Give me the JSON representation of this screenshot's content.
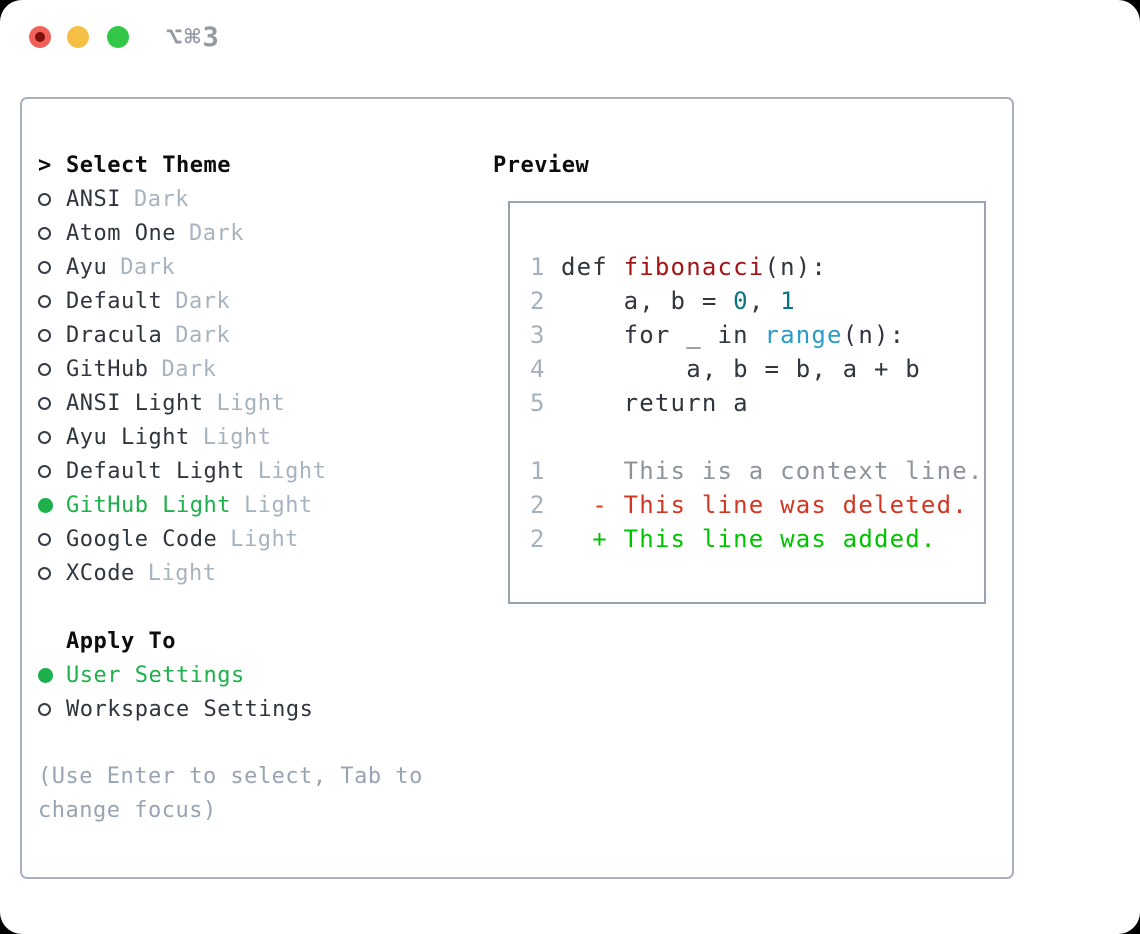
{
  "titlebar": {
    "shortcut": "⌥⌘3",
    "buttons": [
      "close",
      "minimize",
      "zoom"
    ]
  },
  "theme_menu": {
    "header_marker": ">",
    "header": "Select Theme",
    "items": [
      {
        "label": "ANSI",
        "variant": "Dark",
        "selected": false
      },
      {
        "label": "Atom One",
        "variant": "Dark",
        "selected": false
      },
      {
        "label": "Ayu",
        "variant": "Dark",
        "selected": false
      },
      {
        "label": "Default",
        "variant": "Dark",
        "selected": false
      },
      {
        "label": "Dracula",
        "variant": "Dark",
        "selected": false
      },
      {
        "label": "GitHub",
        "variant": "Dark",
        "selected": false
      },
      {
        "label": "ANSI Light",
        "variant": "Light",
        "selected": false
      },
      {
        "label": "Ayu Light",
        "variant": "Light",
        "selected": false
      },
      {
        "label": "Default Light",
        "variant": "Light",
        "selected": false
      },
      {
        "label": "GitHub Light",
        "variant": "Light",
        "selected": true
      },
      {
        "label": "Google Code",
        "variant": "Light",
        "selected": false
      },
      {
        "label": "XCode",
        "variant": "Light",
        "selected": false
      }
    ]
  },
  "apply_to": {
    "header": "Apply To",
    "options": [
      {
        "label": "User Settings",
        "selected": true
      },
      {
        "label": "Workspace Settings",
        "selected": false
      }
    ]
  },
  "hint": "(Use Enter to select, Tab to change focus)",
  "preview": {
    "header": "Preview",
    "lines": [
      {
        "num": "1",
        "segments": [
          {
            "t": "def ",
            "c": "plain"
          },
          {
            "t": "fibonacci",
            "c": "func"
          },
          {
            "t": "(n):",
            "c": "plain"
          }
        ]
      },
      {
        "num": "2",
        "segments": [
          {
            "t": "    a, b = ",
            "c": "plain"
          },
          {
            "t": "0",
            "c": "num"
          },
          {
            "t": ", ",
            "c": "plain"
          },
          {
            "t": "1",
            "c": "num"
          }
        ]
      },
      {
        "num": "3",
        "segments": [
          {
            "t": "    for _ in ",
            "c": "plain"
          },
          {
            "t": "range",
            "c": "builtin"
          },
          {
            "t": "(n):",
            "c": "plain"
          }
        ]
      },
      {
        "num": "4",
        "segments": [
          {
            "t": "        a, b = b, a + b",
            "c": "plain"
          }
        ]
      },
      {
        "num": "5",
        "segments": [
          {
            "t": "    return a",
            "c": "plain"
          }
        ]
      },
      {
        "num": "",
        "segments": []
      },
      {
        "num": "1",
        "segments": [
          {
            "t": "    This is a context line.",
            "c": "context"
          }
        ]
      },
      {
        "num": "2",
        "segments": [
          {
            "t": "  - This line was deleted.",
            "c": "deleted"
          }
        ]
      },
      {
        "num": "2",
        "segments": [
          {
            "t": "  + This line was added.",
            "c": "added"
          }
        ]
      }
    ]
  },
  "colors": {
    "selected_green": "#1db04b",
    "added_green": "#00c300",
    "deleted_red": "#d23723",
    "function_red": "#a31515",
    "number_teal": "#0c7380",
    "builtin_blue": "#2b9cc7",
    "variant_gray": "#a8b3c0",
    "hint_gray": "#98a4b3",
    "panel_border": "#a9b2bc",
    "traffic_close": "#f2605a",
    "traffic_minimize": "#f5bf45",
    "traffic_zoom": "#33c748"
  }
}
